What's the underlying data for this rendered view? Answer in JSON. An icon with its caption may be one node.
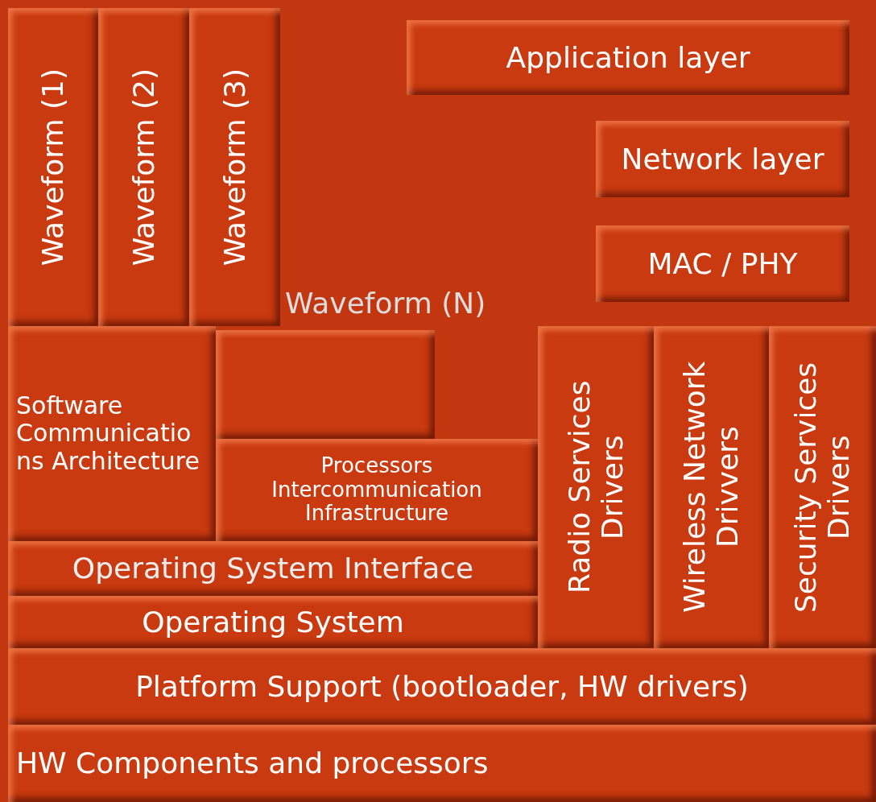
{
  "diagram": {
    "nodes": [
      {
        "text": [
          "Waveform (1)"
        ]
      },
      {
        "text": [
          "Waveform (2)"
        ]
      },
      {
        "text": [
          "Waveform (3)"
        ]
      },
      {
        "text": [
          "Waveform (N)"
        ]
      },
      {
        "text": [
          "Application layer"
        ],
        "in": 3
      },
      {
        "text": [
          "Network layer"
        ],
        "in": 3
      },
      {
        "text": [
          "MAC / PHY"
        ],
        "in": 3
      },
      {
        "text": [
          "Software Communications Architecture"
        ]
      },
      {
        "text": [],
        "shape": "box"
      },
      {
        "text": [
          "Processors Intercommunication Infrastructure"
        ]
      },
      {
        "text": [
          "Operating System Interface"
        ]
      },
      {
        "text": [
          "Operating System"
        ]
      },
      {
        "text": [
          "Radio Services Drivers"
        ]
      },
      {
        "text": [
          "Wireless Network Drivvers"
        ]
      },
      {
        "text": [
          "Security Services Drivers"
        ]
      },
      {
        "text": [
          "Platform Support (bootloader, HW drivers)"
        ]
      },
      {
        "text": [
          "HW Components and processors"
        ]
      }
    ]
  }
}
